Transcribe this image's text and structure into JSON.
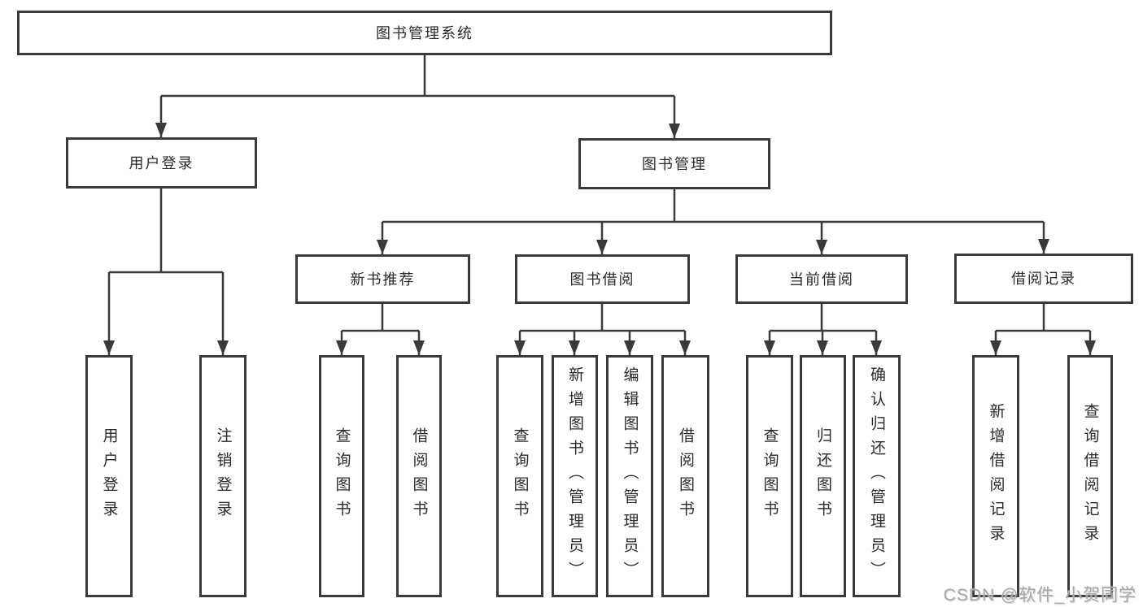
{
  "colors": {
    "line": "#3a3a3a",
    "box_border": "#3a3a3a",
    "text": "#2b2b2b",
    "watermark": "#a6a6a6",
    "background": "#ffffff"
  },
  "watermark": {
    "text": "CSDN @软件_小贺同学"
  },
  "tree": {
    "root": {
      "label": "图书管理系统"
    },
    "branches": [
      {
        "label": "用户登录",
        "children": [
          {
            "label": "用户登录"
          },
          {
            "label": "注销登录"
          }
        ]
      },
      {
        "label": "图书管理",
        "children": [
          {
            "label": "新书推荐",
            "children": [
              {
                "label": "查询图书"
              },
              {
                "label": "借阅图书"
              }
            ]
          },
          {
            "label": "图书借阅",
            "children": [
              {
                "label": "查询图书"
              },
              {
                "label": "新增图书（管理员）"
              },
              {
                "label": "编辑图书（管理员）"
              },
              {
                "label": "借阅图书"
              }
            ]
          },
          {
            "label": "当前借阅",
            "children": [
              {
                "label": "查询图书"
              },
              {
                "label": "归还图书"
              },
              {
                "label": "确认归还（管理员）"
              }
            ]
          },
          {
            "label": "借阅记录",
            "children": [
              {
                "label": "新增借阅记录"
              },
              {
                "label": "查询借阅记录"
              }
            ]
          }
        ]
      }
    ]
  }
}
